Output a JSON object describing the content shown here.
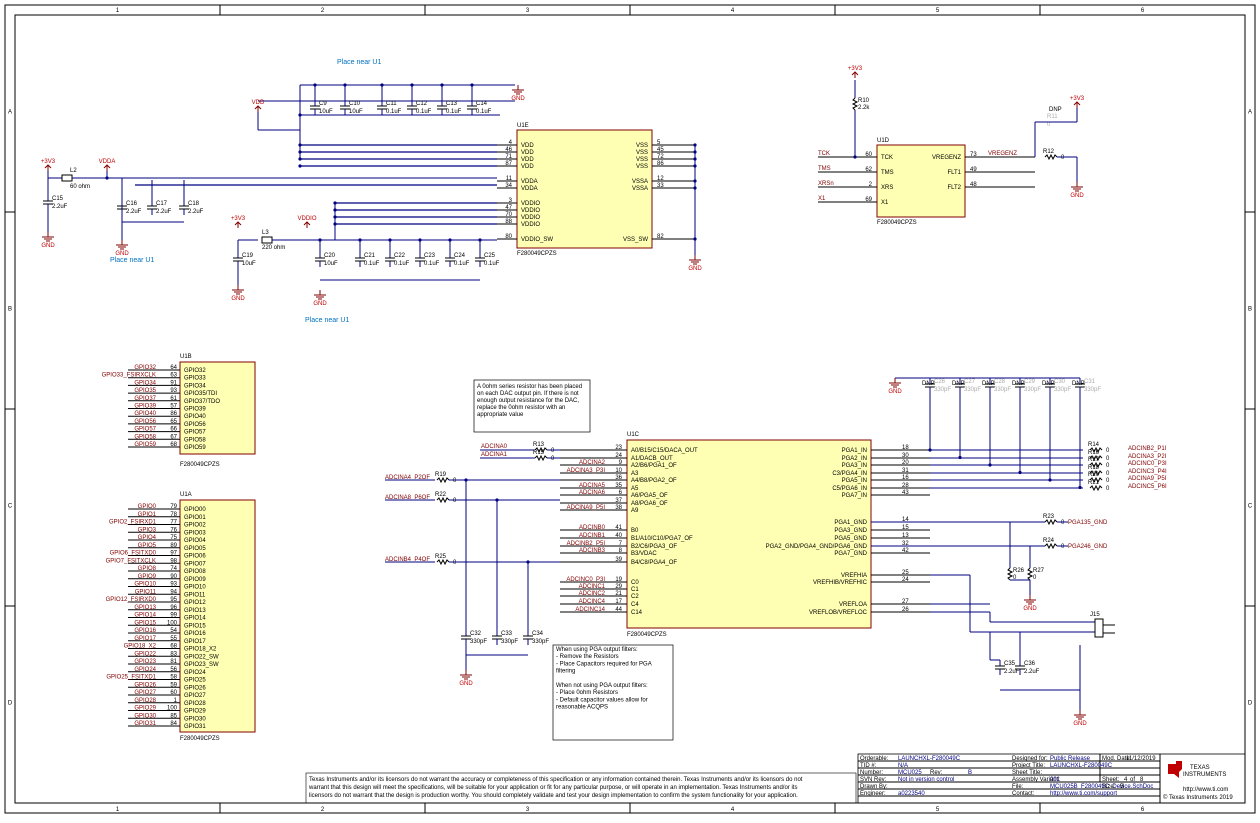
{
  "border": {
    "cols": [
      "1",
      "2",
      "3",
      "4",
      "5",
      "6"
    ],
    "rows": [
      "A",
      "B",
      "C",
      "D"
    ]
  },
  "notes": {
    "place_near_u1_top": "Place near U1",
    "place_near_u1_left": "Place near U1",
    "place_near_u1_bottom": "Place near U1",
    "dac_note": [
      "A 0ohm series resistor has been placed",
      "on each DAC output pin. If there is not",
      "enough output resistance for the DAC,",
      "replace the 0ohm resistor with an",
      "appropriate value"
    ],
    "pga_note": [
      "When using PGA output filters:",
      "- Remove the Resistors",
      "- Place Capacitors required for PGA",
      "filtering",
      "",
      "When not using PGA output filters:",
      "- Place 0ohm Resistors",
      "- Default capacitor values allow for",
      "reasonable ACQPS"
    ]
  },
  "power": {
    "vdd": "VDD",
    "vdda": "VDDA",
    "vddio": "VDDIO",
    "p3v3": "+3V3",
    "gnd": "GND"
  },
  "u1e": {
    "ref": "U1E",
    "part": "F280049CPZS",
    "left_pins": [
      {
        "n": "4",
        "name": "VDD"
      },
      {
        "n": "46",
        "name": "VDD"
      },
      {
        "n": "71",
        "name": "VDD"
      },
      {
        "n": "87",
        "name": "VDD"
      },
      {
        "n": "11",
        "name": "VDDA"
      },
      {
        "n": "34",
        "name": "VDDA"
      },
      {
        "n": "3",
        "name": "VDDIO"
      },
      {
        "n": "47",
        "name": "VDDIO"
      },
      {
        "n": "70",
        "name": "VDDIO"
      },
      {
        "n": "88",
        "name": "VDDIO"
      },
      {
        "n": "80",
        "name": "VDDIO_SW"
      }
    ],
    "right_pins": [
      {
        "n": "5",
        "name": "VSS"
      },
      {
        "n": "45",
        "name": "VSS"
      },
      {
        "n": "72",
        "name": "VSS"
      },
      {
        "n": "86",
        "name": "VSS"
      },
      {
        "n": "12",
        "name": "VSSA"
      },
      {
        "n": "33",
        "name": "VSSA"
      },
      {
        "n": "82",
        "name": "VSS_SW"
      }
    ]
  },
  "caps_top": [
    {
      "ref": "C9",
      "val": "10uF"
    },
    {
      "ref": "C10",
      "val": "10uF"
    },
    {
      "ref": "C11",
      "val": "0.1uF"
    },
    {
      "ref": "C12",
      "val": "0.1uF"
    },
    {
      "ref": "C13",
      "val": "0.1uF"
    },
    {
      "ref": "C14",
      "val": "0.1uF"
    }
  ],
  "vdda_section": {
    "l2_ref": "L2",
    "l2_val": "60 ohm",
    "caps": [
      {
        "ref": "C15",
        "val": "2.2uF"
      },
      {
        "ref": "C16",
        "val": "2.2uF"
      },
      {
        "ref": "C17",
        "val": "2.2uF"
      },
      {
        "ref": "C18",
        "val": "2.2uF"
      }
    ]
  },
  "vddio_section": {
    "l3_ref": "L3",
    "l3_val": "220 ohm",
    "caps": [
      {
        "ref": "C19",
        "val": "10uF"
      },
      {
        "ref": "C20",
        "val": "10uF"
      },
      {
        "ref": "C21",
        "val": "0.1uF"
      },
      {
        "ref": "C22",
        "val": "0.1uF"
      },
      {
        "ref": "C23",
        "val": "0.1uF"
      },
      {
        "ref": "C24",
        "val": "0.1uF"
      },
      {
        "ref": "C25",
        "val": "0.1uF"
      }
    ]
  },
  "u1d": {
    "ref": "U1D",
    "part": "F280049CPZS",
    "r10_ref": "R10",
    "r10_val": "2.2k",
    "r11_ref": "R11",
    "r11_val": "0",
    "r11_dnp": "DNP",
    "r12_ref": "R12",
    "r12_val": "0",
    "left": [
      {
        "net": "TCK",
        "n": "60",
        "name": "TCK"
      },
      {
        "net": "TMS",
        "n": "62",
        "name": "TMS"
      },
      {
        "net": "XRSn",
        "n": "2",
        "name": "XRS"
      },
      {
        "net": "X1",
        "n": "69",
        "name": "X1"
      }
    ],
    "right": [
      {
        "n": "73",
        "name": "VREGENZ"
      },
      {
        "n": "49",
        "name": "FLT1"
      },
      {
        "n": "48",
        "name": "FLT2"
      }
    ],
    "vregenz_net": "VREGENZ"
  },
  "u1b": {
    "ref": "U1B",
    "part": "F280049CPZS",
    "pins": [
      {
        "net": "GPIO32",
        "n": "64",
        "name": "GPIO32"
      },
      {
        "net": "GPIO33_FSIRXCLK",
        "n": "63",
        "name": "GPIO33"
      },
      {
        "net": "GPIO34",
        "n": "91",
        "name": "GPIO34"
      },
      {
        "net": "GPIO35",
        "n": "93",
        "name": "GPIO35/TDI"
      },
      {
        "net": "GPIO37",
        "n": "61",
        "name": "GPIO37/TDO"
      },
      {
        "net": "GPIO39",
        "n": "57",
        "name": "GPIO39"
      },
      {
        "net": "GPIO40",
        "n": "86",
        "name": "GPIO40"
      },
      {
        "net": "GPIO56",
        "n": "65",
        "name": "GPIO56"
      },
      {
        "net": "GPIO57",
        "n": "66",
        "name": "GPIO57"
      },
      {
        "net": "GPIO58",
        "n": "67",
        "name": "GPIO58"
      },
      {
        "net": "GPIO59",
        "n": "68",
        "name": "GPIO59"
      }
    ]
  },
  "u1a": {
    "ref": "U1A",
    "part": "F280049CPZS",
    "pins": [
      {
        "net": "GPIO0",
        "n": "79",
        "name": "GPIO00"
      },
      {
        "net": "GPIO1",
        "n": "78",
        "name": "GPIO01"
      },
      {
        "net": "GPIO2_FSIRXD1",
        "n": "77",
        "name": "GPIO02"
      },
      {
        "net": "GPIO3",
        "n": "76",
        "name": "GPIO03"
      },
      {
        "net": "GPIO4",
        "n": "75",
        "name": "GPIO04"
      },
      {
        "net": "GPIO5",
        "n": "89",
        "name": "GPIO05"
      },
      {
        "net": "GPIO6_FSITXD0",
        "n": "97",
        "name": "GPIO06"
      },
      {
        "net": "GPIO7_FSITXCLK",
        "n": "98",
        "name": "GPIO07"
      },
      {
        "net": "GPIO8",
        "n": "74",
        "name": "GPIO08"
      },
      {
        "net": "GPIO9",
        "n": "90",
        "name": "GPIO09"
      },
      {
        "net": "GPIO10",
        "n": "93",
        "name": "GPIO10"
      },
      {
        "net": "GPIO11",
        "n": "94",
        "name": "GPIO11"
      },
      {
        "net": "GPIO12_FSIRXD0",
        "n": "95",
        "name": "GPIO12"
      },
      {
        "net": "GPIO13",
        "n": "96",
        "name": "GPIO13"
      },
      {
        "net": "GPIO14",
        "n": "99",
        "name": "GPIO14"
      },
      {
        "net": "GPIO15",
        "n": "100",
        "name": "GPIO15"
      },
      {
        "net": "GPIO16",
        "n": "54",
        "name": "GPIO16"
      },
      {
        "net": "GPIO17",
        "n": "55",
        "name": "GPIO17"
      },
      {
        "net": "GPIO18_X2",
        "n": "68",
        "name": "GPIO18_X2"
      },
      {
        "net": "GPIO22",
        "n": "83",
        "name": "GPIO22_SW"
      },
      {
        "net": "GPIO23",
        "n": "81",
        "name": "GPIO23_SW"
      },
      {
        "net": "GPIO24",
        "n": "56",
        "name": "GPIO24"
      },
      {
        "net": "GPIO25_FSITXD1",
        "n": "58",
        "name": "GPIO25"
      },
      {
        "net": "GPIO26",
        "n": "59",
        "name": "GPIO26"
      },
      {
        "net": "GPIO27",
        "n": "60",
        "name": "GPIO27"
      },
      {
        "net": "GPIO28",
        "n": "1",
        "name": "GPIO28"
      },
      {
        "net": "GPIO29",
        "n": "100",
        "name": "GPIO29"
      },
      {
        "net": "GPIO30",
        "n": "85",
        "name": "GPIO30"
      },
      {
        "net": "GPIO31",
        "n": "84",
        "name": "GPIO31"
      }
    ]
  },
  "u1c": {
    "ref": "U1C",
    "part": "F280049CPZS",
    "left": [
      {
        "net": "ADCINA0",
        "r": "R13",
        "rv": "0",
        "n": "23",
        "name": "A0/B15/C15/DACA_OUT"
      },
      {
        "net": "ADCINA1",
        "r": "R15",
        "rv": "0",
        "n": "24",
        "name": "A1/DACB_OUT"
      },
      {
        "net": "ADCINA2",
        "n": "9",
        "name": "A2/B6/PGA1_OF"
      },
      {
        "net": "ADCINA3_P3I",
        "n": "10",
        "name": "A3"
      },
      {
        "net": "",
        "n": "36",
        "name": "A4/B8/PGA2_OF"
      },
      {
        "net": "ADCINA5",
        "n": "35",
        "name": "A5"
      },
      {
        "net": "ADCINA6",
        "n": "6",
        "name": "A6/PGA5_OF"
      },
      {
        "net": "",
        "n": "37",
        "name": "A8/PGA6_OF"
      },
      {
        "net": "ADCINA9_P5I",
        "n": "38",
        "name": "A9"
      },
      {
        "net": "ADCINB0",
        "n": "41",
        "name": "B0"
      },
      {
        "net": "ADCINB1",
        "n": "40",
        "name": "B1/A10/C10/PGA7_OF"
      },
      {
        "net": "ADCINB2_P5I",
        "n": "7",
        "name": "B2/C6/PGA3_OF"
      },
      {
        "net": "ADCINB3",
        "n": "8",
        "name": "B3/VDAC"
      },
      {
        "net": "",
        "n": "39",
        "name": "B4/C8/PGA4_OF"
      },
      {
        "net": "ADCINC0_P3I",
        "n": "19",
        "name": "C0"
      },
      {
        "net": "ADCINC1",
        "n": "29",
        "name": "C1"
      },
      {
        "net": "ADCINC2",
        "n": "21",
        "name": "C2"
      },
      {
        "net": "ADCINC4",
        "n": "17",
        "name": "C4"
      },
      {
        "net": "ADCINC14",
        "n": "44",
        "name": "C14"
      }
    ],
    "right": [
      {
        "n": "18",
        "name": "PGA1_IN",
        "r": "R14",
        "rv": "0",
        "net": "ADCINB2_P1I"
      },
      {
        "n": "30",
        "name": "PGA2_IN",
        "r": "R16",
        "rv": "0",
        "net": "ADCINA3_P2I"
      },
      {
        "n": "20",
        "name": "PGA3_IN",
        "r": "R17",
        "rv": "0",
        "net": "ADCINC0_P3I"
      },
      {
        "n": "31",
        "name": "C3/PGA4_IN",
        "r": "R18",
        "rv": "0",
        "net": "ADCINC3_P4I"
      },
      {
        "n": "16",
        "name": "PGA5_IN",
        "r": "R20",
        "rv": "0",
        "net": "ADCINA9_P5I"
      },
      {
        "n": "28",
        "name": "C5/PGA6_IN",
        "r": "R21",
        "rv": "0",
        "net": "ADCINC5_P6I"
      },
      {
        "n": "43",
        "name": "PGA7_IN"
      },
      {
        "n": "14",
        "name": "PGA1_GND"
      },
      {
        "n": "15",
        "name": "PGA3_GND"
      },
      {
        "n": "13",
        "name": "PGA5_GND"
      },
      {
        "n": "32",
        "name": "PGA2_GND/PGA4_GND/PGA6_GND"
      },
      {
        "n": "42",
        "name": "PGA7_GND"
      },
      {
        "n": "25",
        "name": "VREFHIA"
      },
      {
        "n": "24",
        "name": "VREFHIB/VREFHIC"
      },
      {
        "n": "27",
        "name": "VREFLOA"
      },
      {
        "n": "26",
        "name": "VREFLOB/VREFLOC"
      }
    ]
  },
  "pga_filters": {
    "caps": [
      {
        "ref": "C26",
        "val": "330pF"
      },
      {
        "ref": "C27",
        "val": "330pF"
      },
      {
        "ref": "C28",
        "val": "330pF"
      },
      {
        "ref": "C29",
        "val": "330pF"
      },
      {
        "ref": "C30",
        "val": "330pF"
      },
      {
        "ref": "C31",
        "val": "330pF"
      }
    ],
    "dnp": "DNP"
  },
  "pga_gnd": {
    "r23": "R23",
    "r23v": "0",
    "net1": "PGA135_GND",
    "r24": "R24",
    "r24v": "0",
    "net2": "PGA246_GND",
    "r26": "R26",
    "r26v": "0",
    "r27": "R27",
    "r27v": "0"
  },
  "pga_in_resistors": [
    {
      "net": "ADCINA4_P2OF",
      "r": "R19",
      "rv": "0"
    },
    {
      "net": "ADCINA8_P6OF",
      "r": "R22",
      "rv": "0"
    },
    {
      "net": "ADCINB4_P4OF",
      "r": "R25",
      "rv": "0"
    }
  ],
  "adc_caps": [
    {
      "ref": "C32",
      "val": "330pF"
    },
    {
      "ref": "C33",
      "val": "330pF"
    },
    {
      "ref": "C34",
      "val": "330pF"
    }
  ],
  "vref": {
    "j15": "J15",
    "c35": "C35",
    "c35v": "2.2uF",
    "c36": "C36",
    "c36v": "2.2uF"
  },
  "title_block": {
    "orderable_l": "Orderable:",
    "orderable": "LAUNCHXL-F280049C",
    "designed_l": "Designed for:",
    "designed": "Public Release",
    "mod_l": "Mod. Date:",
    "mod": "11/12/2019",
    "tid_l": "TID #:",
    "tid": "N/A",
    "proj_l": "Project Title:",
    "proj": "LAUNCHXL-F280049C",
    "num_l": "Number:",
    "num": "MCU025",
    "rev_l": "Rev:",
    "rev": "B",
    "sheet_title_l": "Sheet Title:",
    "sheet_title": "",
    "svn_l": "SVN Rev:",
    "svn": "Not in version control",
    "assy_l": "Assembly Variant:",
    "assy": "001",
    "sheet_l": "Sheet:",
    "sheet": "4",
    "of": "of",
    "sheets": "8",
    "drawn_l": "Drawn By:",
    "drawn": "",
    "file_l": "File:",
    "file": "MCU025B_F280049C_Device.SchDoc",
    "size_l": "Size:",
    "size": "B",
    "eng_l": "Engineer:",
    "eng": "a0223540",
    "contact_l": "Contact:",
    "contact": "http://www.ti.com/support",
    "ti_name1": "TEXAS",
    "ti_name2": "INSTRUMENTS",
    "ti_url": "http://www.ti.com",
    "copyright": "© Texas Instruments  2019",
    "disclaimer": [
      "Texas Instruments and/or its licensors do not warrant the accuracy or completeness of this specification or any information contained therein. Texas Instruments and/or its licensors do not",
      "warrant that this design will meet the specifications, will be suitable for your application or fit for any particular purpose, or will operate in an implementation. Texas Instruments and/or its",
      "licensors do not warrant that the design is production worthy. You should completely validate and test your design implementation to confirm the system functionality for your application."
    ]
  }
}
